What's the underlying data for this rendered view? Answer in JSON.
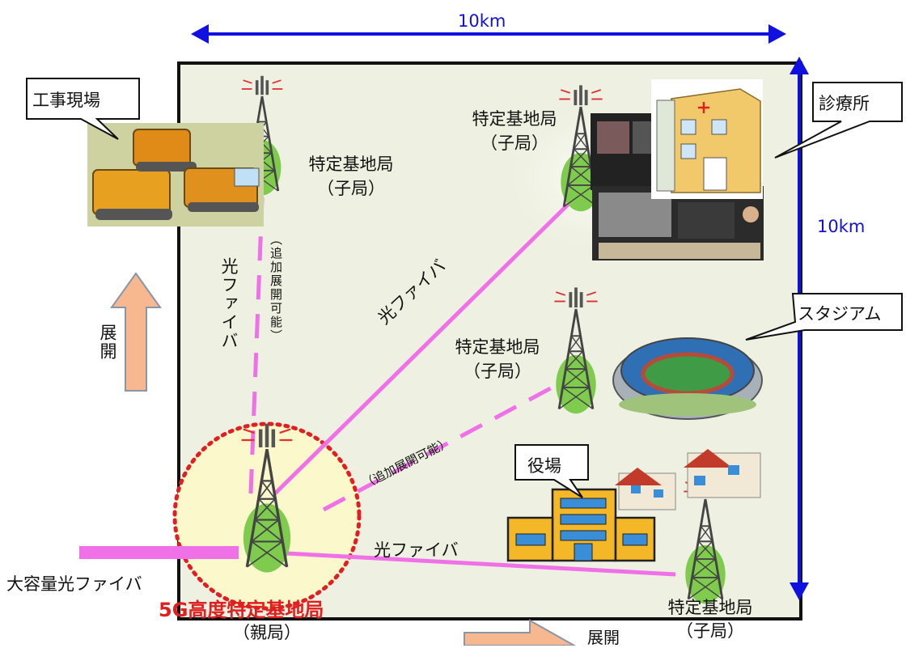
{
  "dimensions": {
    "horizontal": "10km",
    "vertical": "10km"
  },
  "callouts": {
    "construction_site": "工事現場",
    "clinic": "診療所",
    "stadium": "スタジアム",
    "town_hall": "役場"
  },
  "stations": {
    "child_label": "特定基地局",
    "child_sub": "（子局）",
    "parent_label": "5G高度特定基地局",
    "parent_sub": "（親局）"
  },
  "links": {
    "fiber": "光ファイバ",
    "fiber_vertical": "光ファイバ",
    "additional": "（追加展開可能）",
    "additional_vertical": "（追加展開可能）",
    "large_fiber": "大容量光ファイバ"
  },
  "expand": {
    "up": "展開",
    "right": "展開"
  },
  "colors": {
    "dimension_arrow": "#1010e0",
    "fiber": "#f070e8",
    "parent_zone": "#fbf8cc",
    "parent_ring": "#e02020",
    "area_fill": "#eef1e1",
    "expand_arrow": "#f7b890",
    "tower": "#4a4a4a",
    "tower_base": "#7ecb4e"
  }
}
